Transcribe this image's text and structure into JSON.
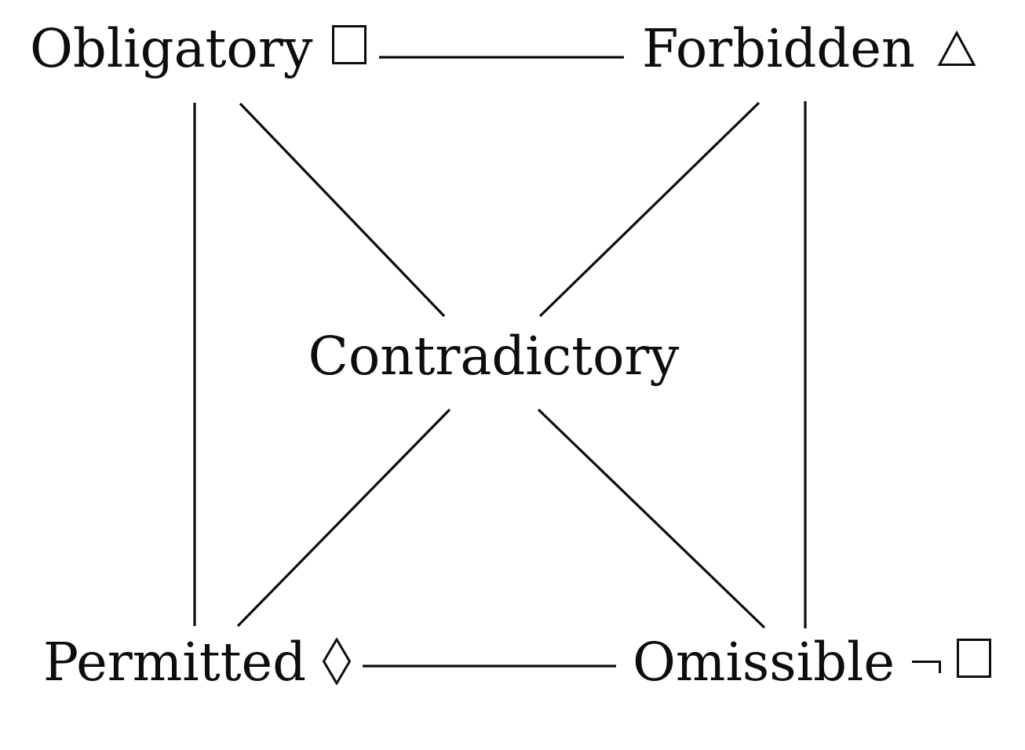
{
  "diagram": {
    "center": {
      "label": "Contradictory"
    },
    "nodes": {
      "top_left": {
        "label": "Obligatory",
        "symbol": "□",
        "symbol_name": "white-square"
      },
      "top_right": {
        "label": "Forbidden",
        "symbol": "△",
        "symbol_name": "white-triangle"
      },
      "bottom_left": {
        "label": "Permitted",
        "symbol": "◊",
        "symbol_name": "white-lozenge"
      },
      "bottom_right": {
        "label": "Omissible",
        "symbol": "¬□",
        "symbol_name": "not-sign-and-white-square"
      }
    },
    "edges": [
      {
        "from": "Obligatory □",
        "to": "Forbidden △",
        "style": "horizontal",
        "label": ""
      },
      {
        "from": "Permitted ◊",
        "to": "Omissible ¬□",
        "style": "horizontal",
        "label": ""
      },
      {
        "from": "Obligatory □",
        "to": "Permitted ◊",
        "style": "vertical",
        "label": ""
      },
      {
        "from": "Forbidden △",
        "to": "Omissible ¬□",
        "style": "vertical",
        "label": ""
      },
      {
        "from": "Obligatory □",
        "to": "Omissible ¬□",
        "style": "diagonal",
        "label": "Contradictory"
      },
      {
        "from": "Forbidden △",
        "to": "Permitted ◊",
        "style": "diagonal",
        "label": "Contradictory"
      }
    ],
    "colors": {
      "ink": "#0d0d0d",
      "background": "#ffffff"
    }
  }
}
